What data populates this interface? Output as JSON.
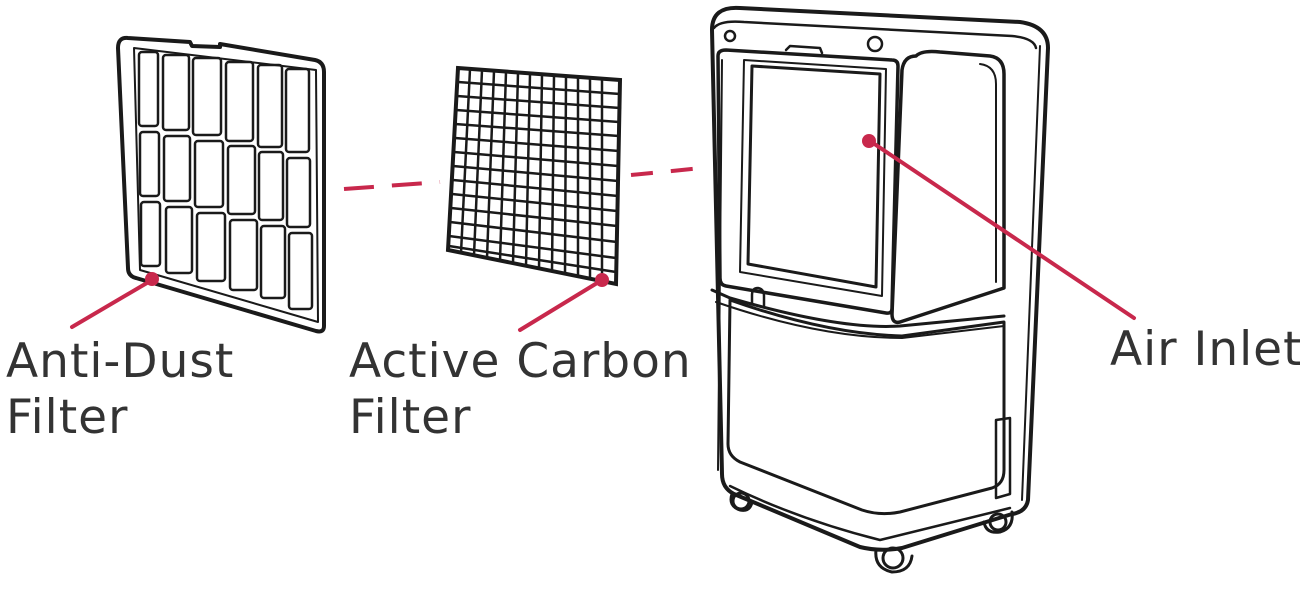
{
  "labels": {
    "anti_dust_line1": "Anti-Dust",
    "anti_dust_line2": "Filter",
    "active_carbon_line1": "Active Carbon",
    "active_carbon_line2": "Filter",
    "air_inlet": "Air Inlet"
  },
  "colors": {
    "accent": "#C8284C",
    "outline": "#1a1a1a",
    "text": "#333333"
  }
}
